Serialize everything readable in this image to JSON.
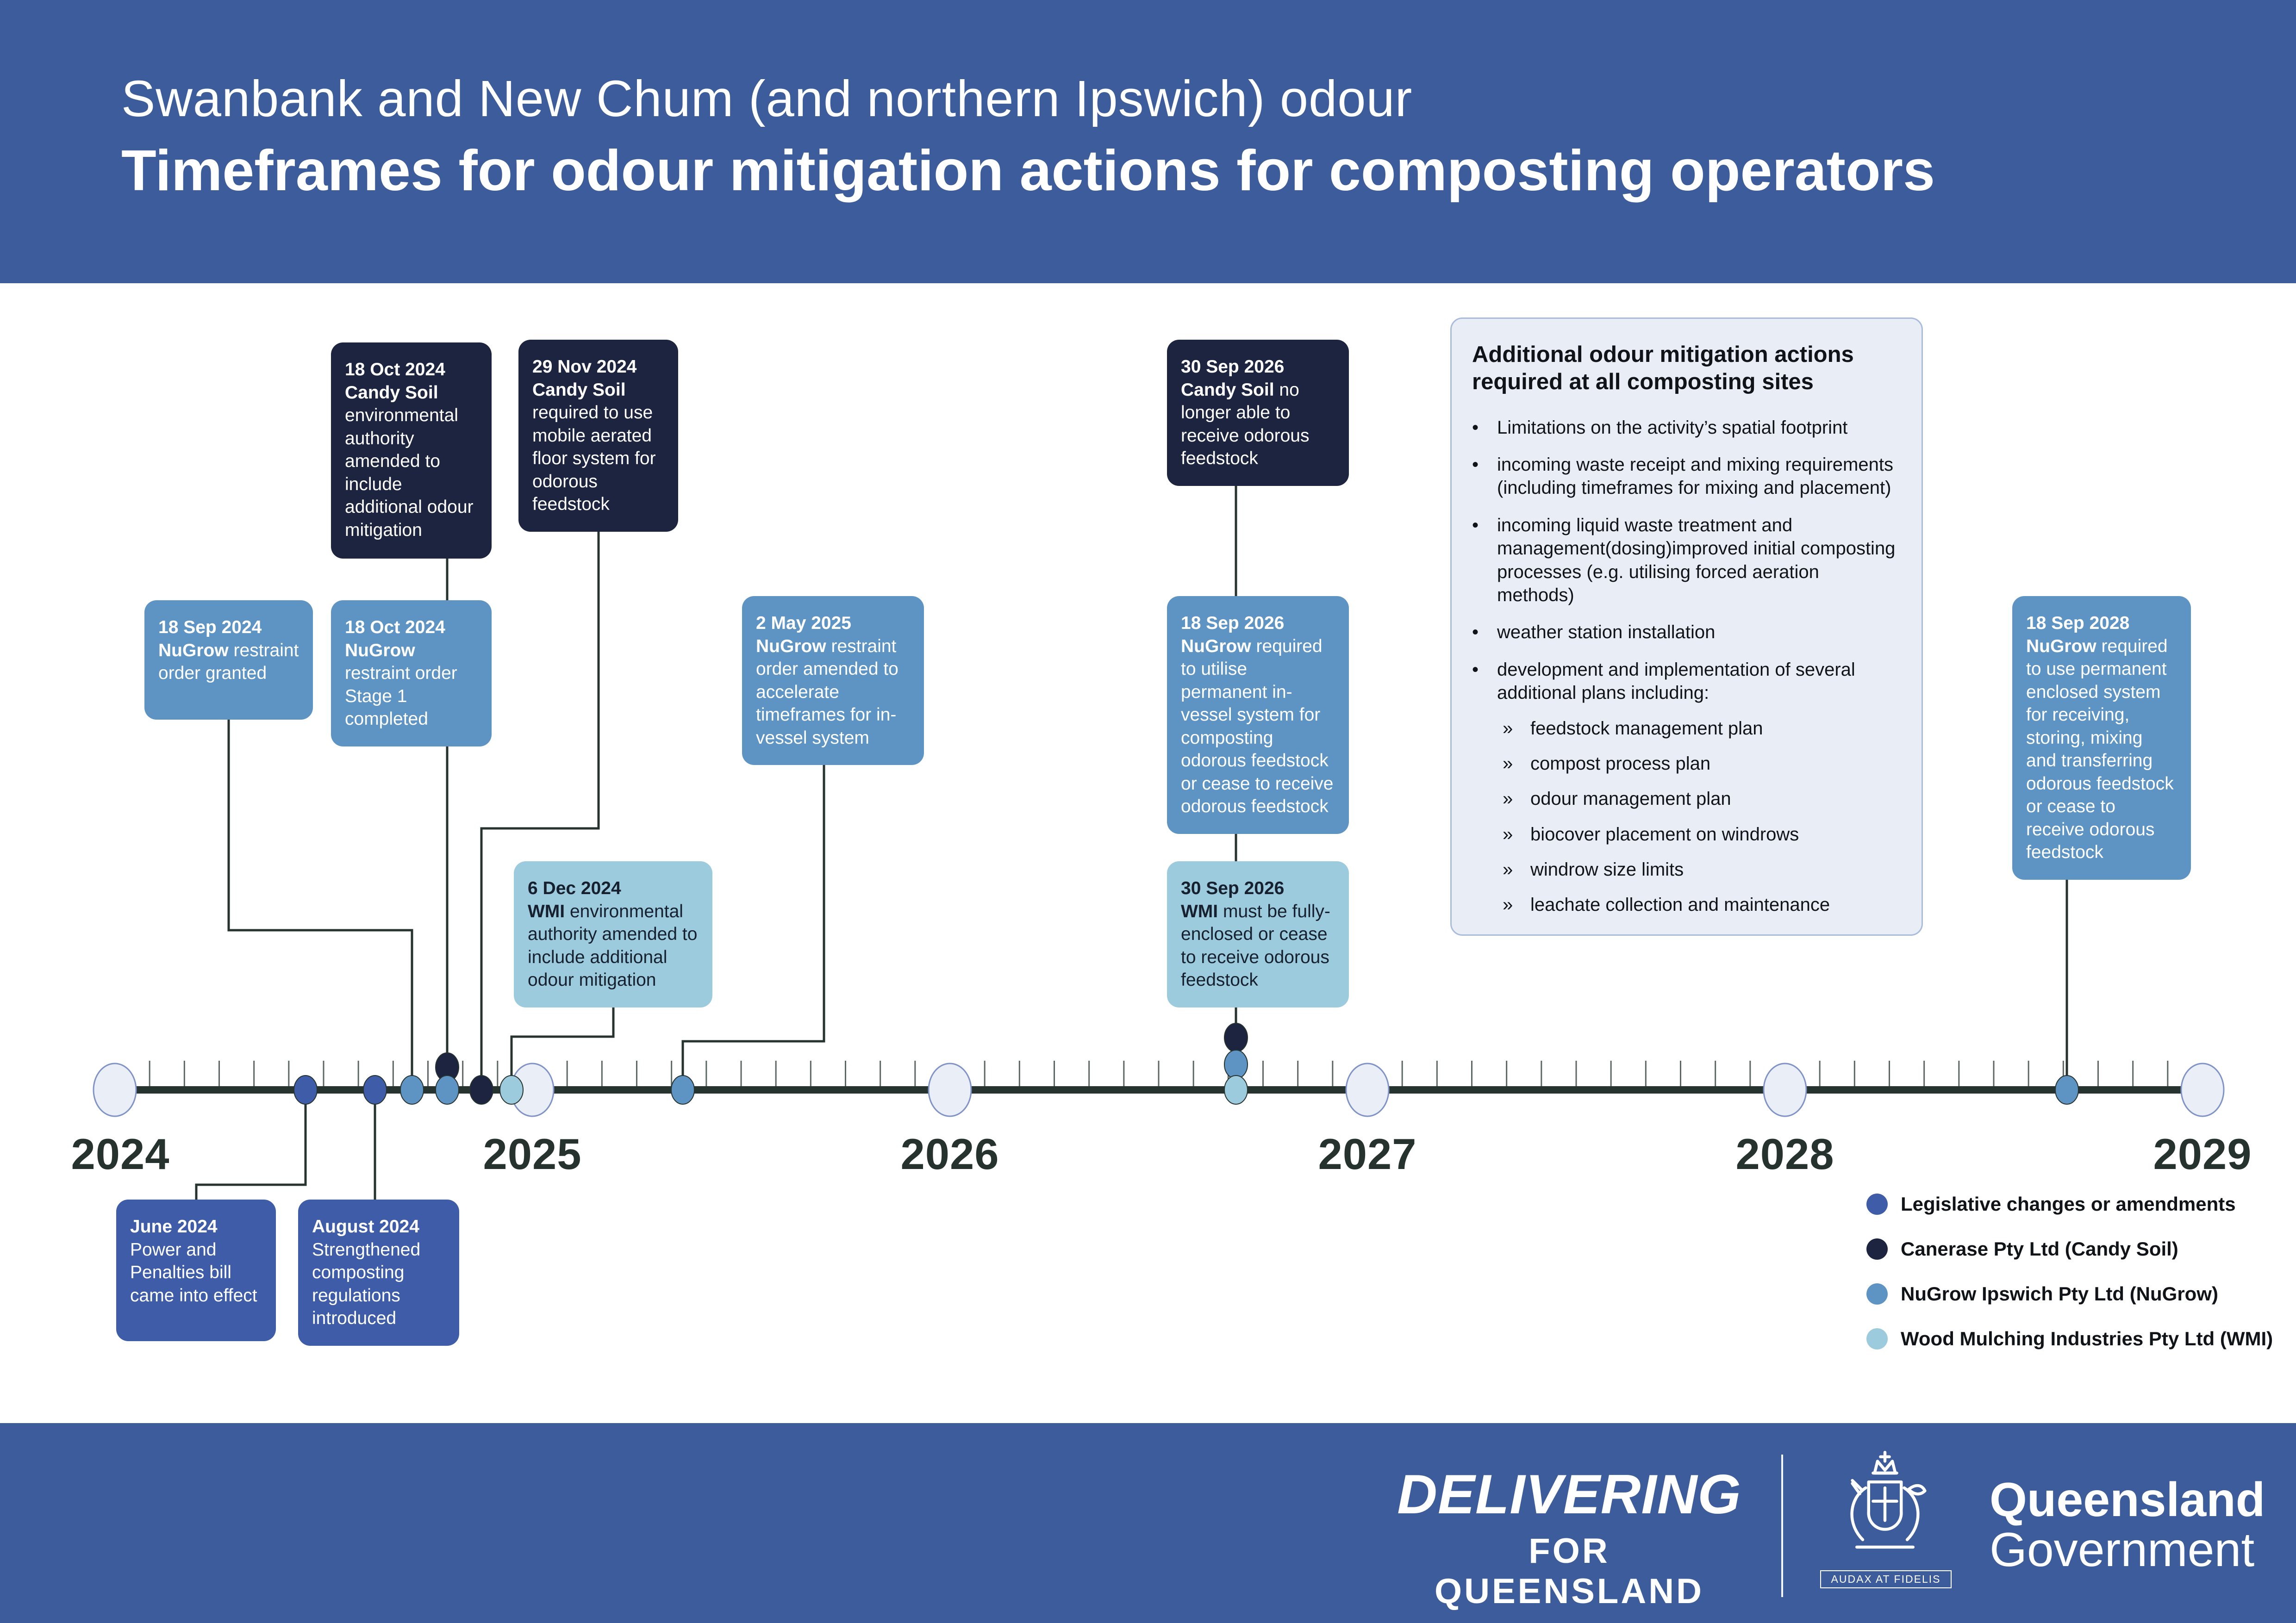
{
  "palette": {
    "band_blue": "#3d5c9c",
    "legislative_blue": "#3e5ca7",
    "candy_soil_navy": "#1d2440",
    "nugrow_blue": "#5e94c4",
    "wmi_light_blue": "#9bcbdc",
    "panel_bg": "#e9edf5",
    "timeline_dark": "#27332e",
    "year_node_fill": "#e9eef7"
  },
  "header": {
    "title_line1": "Swanbank and New Chum (and northern Ipswich) odour",
    "title_line2": "Timeframes for odour mitigation actions for composting operators"
  },
  "timeline": {
    "years": [
      "2024",
      "2025",
      "2026",
      "2027",
      "2028",
      "2029"
    ]
  },
  "events": [
    {
      "date": "18 Oct 2024",
      "entity": "Candy Soil",
      "text": "environmental authority amended to include additional odour mitigation"
    },
    {
      "date": "29 Nov 2024",
      "entity": "Candy Soil",
      "text": "required to use mobile aerated floor system for odorous feedstock"
    },
    {
      "date": "30 Sep 2026",
      "entity": "Candy Soil",
      "text": "no longer able to receive odorous feedstock"
    },
    {
      "date": "18 Sep 2024",
      "entity": "NuGrow",
      "text": "restraint order granted"
    },
    {
      "date": "18 Oct 2024",
      "entity": "NuGrow",
      "text": "restraint order Stage 1 completed"
    },
    {
      "date": "2 May 2025",
      "entity": "NuGrow",
      "text": "restraint order amended to accelerate timeframes for in-vessel system"
    },
    {
      "date": "18 Sep 2026",
      "entity": "NuGrow",
      "text": "required to utilise permanent in-vessel system for composting odorous feedstock or cease to receive odorous feedstock"
    },
    {
      "date": "18 Sep 2028",
      "entity": "NuGrow",
      "text": "required to use permanent enclosed system for receiving, storing, mixing and transferring odorous feedstock or cease to receive odorous feedstock"
    },
    {
      "date": "6 Dec 2024",
      "entity": "WMI",
      "text": "environmental authority amended to  include additional odour mitigation"
    },
    {
      "date": "30 Sep 2026",
      "entity": "WMI",
      "text": "must be fully-enclosed or cease to receive odorous feedstock"
    },
    {
      "date": "June 2024",
      "entity": "",
      "text": "Power and Penalties bill came into effect"
    },
    {
      "date": "August 2024",
      "entity": "",
      "text": "Strengthened composting regulations introduced"
    }
  ],
  "panel": {
    "title": "Additional odour mitigation actions required at all composting sites",
    "bullet_marker": "•",
    "sub_marker": "»",
    "bullets": [
      "Limitations on the activity’s spatial footprint",
      "incoming waste receipt and mixing requirements (including timeframes for mixing and placement)",
      "incoming liquid waste treatment and management(dosing)improved initial composting processes (e.g. utilising forced aeration methods)",
      "weather station installation",
      "development and implementation of several additional plans including:"
    ],
    "subbullets": [
      "feedstock management plan",
      "compost process plan",
      "odour management plan",
      "biocover placement on windrows",
      "windrow size limits",
      "leachate collection and maintenance"
    ]
  },
  "legend": {
    "items": [
      {
        "label": "Legislative changes or amendments"
      },
      {
        "label": "Canerase Pty Ltd (Candy Soil)"
      },
      {
        "label": "NuGrow Ipswich Pty Ltd (NuGrow)"
      },
      {
        "label": "Wood Mulching Industries Pty Ltd (WMI)"
      }
    ]
  },
  "footer": {
    "delivering_line1": "DELIVERING",
    "delivering_line2": "FOR QUEENSLAND",
    "gov_line1": "Queensland",
    "gov_line2": "Government",
    "motto": "AUDAX AT FIDELIS"
  }
}
